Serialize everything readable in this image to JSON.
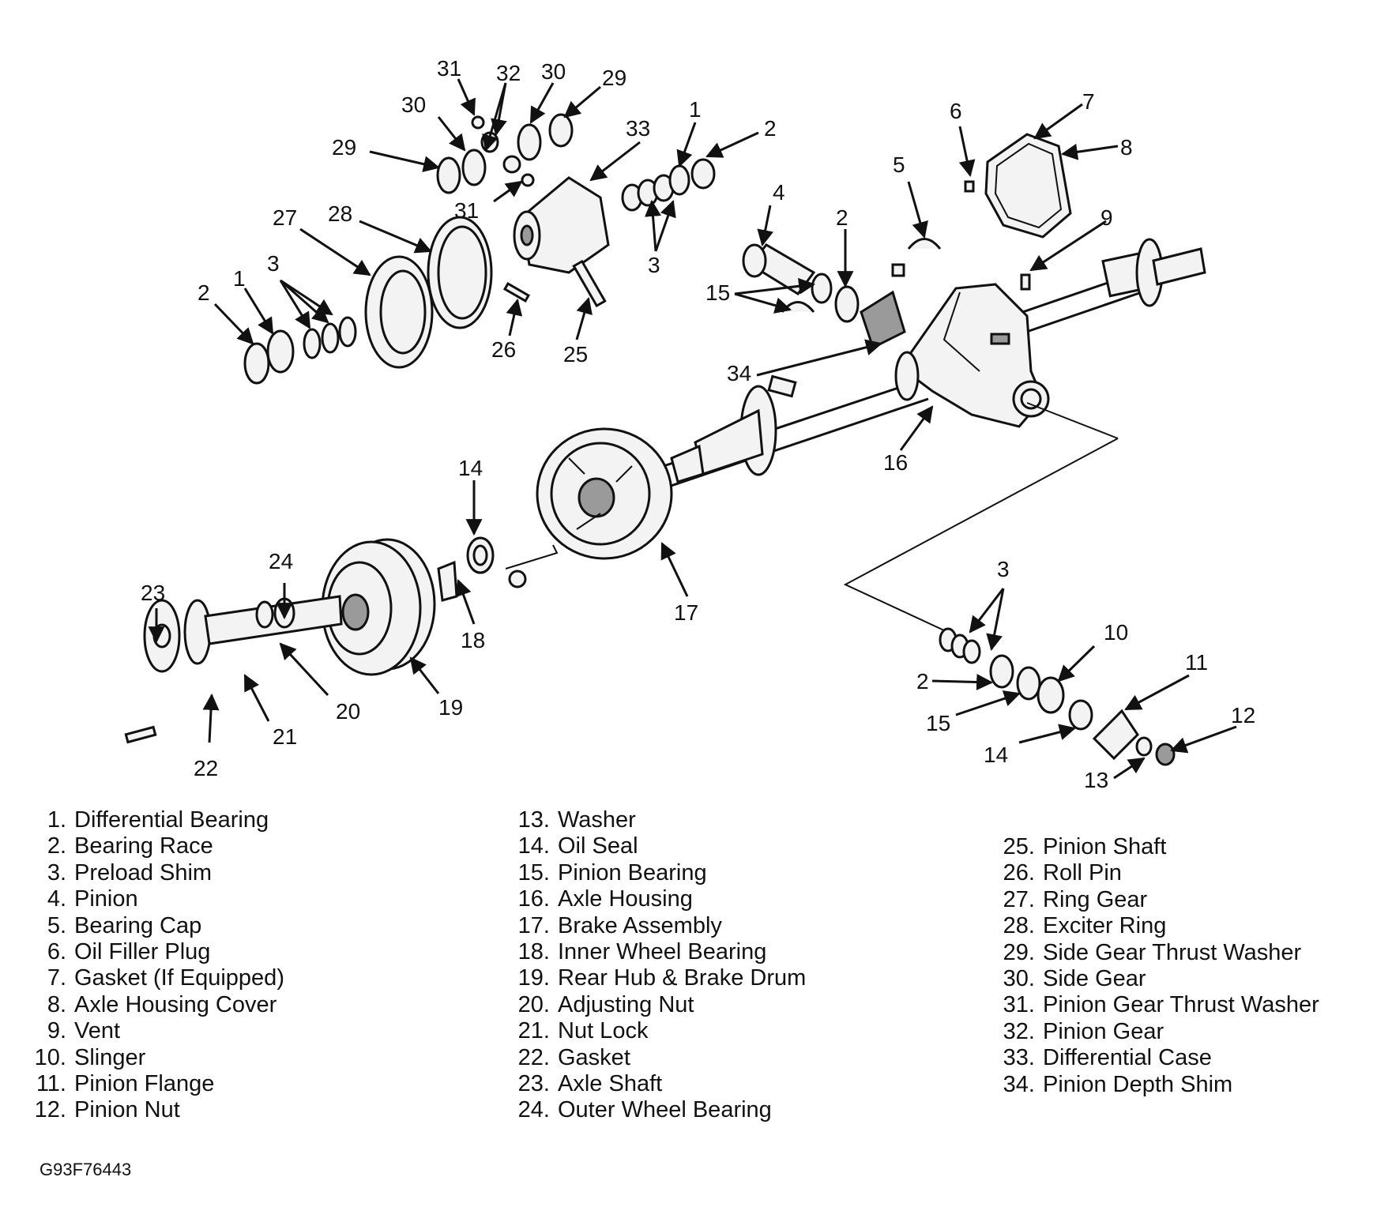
{
  "callouts": [
    {
      "id": "31",
      "text": "31"
    },
    {
      "id": "32",
      "text": "32"
    },
    {
      "id": "30",
      "text": "30"
    },
    {
      "id": "29",
      "text": "29"
    },
    {
      "id": "33",
      "text": "33"
    },
    {
      "id": "1",
      "text": "1"
    },
    {
      "id": "2",
      "text": "2"
    },
    {
      "id": "3",
      "text": "3"
    },
    {
      "id": "4",
      "text": "4"
    },
    {
      "id": "5",
      "text": "5"
    },
    {
      "id": "6",
      "text": "6"
    },
    {
      "id": "7",
      "text": "7"
    },
    {
      "id": "8",
      "text": "8"
    },
    {
      "id": "9",
      "text": "9"
    },
    {
      "id": "10",
      "text": "10"
    },
    {
      "id": "11",
      "text": "11"
    },
    {
      "id": "12",
      "text": "12"
    },
    {
      "id": "13",
      "text": "13"
    },
    {
      "id": "14",
      "text": "14"
    },
    {
      "id": "15",
      "text": "15"
    },
    {
      "id": "16",
      "text": "16"
    },
    {
      "id": "17",
      "text": "17"
    },
    {
      "id": "18",
      "text": "18"
    },
    {
      "id": "19",
      "text": "19"
    },
    {
      "id": "20",
      "text": "20"
    },
    {
      "id": "21",
      "text": "21"
    },
    {
      "id": "22",
      "text": "22"
    },
    {
      "id": "23",
      "text": "23"
    },
    {
      "id": "24",
      "text": "24"
    },
    {
      "id": "25",
      "text": "25"
    },
    {
      "id": "26",
      "text": "26"
    },
    {
      "id": "27",
      "text": "27"
    },
    {
      "id": "28",
      "text": "28"
    },
    {
      "id": "34",
      "text": "34"
    }
  ],
  "legend": {
    "col1": [
      {
        "num": "1.",
        "name": "Differential Bearing"
      },
      {
        "num": "2.",
        "name": "Bearing Race"
      },
      {
        "num": "3.",
        "name": "Preload Shim"
      },
      {
        "num": "4.",
        "name": "Pinion"
      },
      {
        "num": "5.",
        "name": "Bearing Cap"
      },
      {
        "num": "6.",
        "name": "Oil Filler Plug"
      },
      {
        "num": "7.",
        "name": "Gasket (If Equipped)"
      },
      {
        "num": "8.",
        "name": "Axle Housing Cover"
      },
      {
        "num": "9.",
        "name": "Vent"
      },
      {
        "num": "10.",
        "name": "Slinger"
      },
      {
        "num": "11.",
        "name": "Pinion Flange"
      },
      {
        "num": "12.",
        "name": "Pinion Nut"
      }
    ],
    "col2": [
      {
        "num": "13.",
        "name": "Washer"
      },
      {
        "num": "14.",
        "name": "Oil Seal"
      },
      {
        "num": "15.",
        "name": "Pinion Bearing"
      },
      {
        "num": "16.",
        "name": "Axle Housing"
      },
      {
        "num": "17.",
        "name": "Brake Assembly"
      },
      {
        "num": "18.",
        "name": "Inner Wheel Bearing"
      },
      {
        "num": "19.",
        "name": "Rear Hub & Brake Drum"
      },
      {
        "num": "20.",
        "name": "Adjusting Nut"
      },
      {
        "num": "21.",
        "name": "Nut Lock"
      },
      {
        "num": "22.",
        "name": "Gasket"
      },
      {
        "num": "23.",
        "name": "Axle Shaft"
      },
      {
        "num": "24.",
        "name": "Outer Wheel Bearing"
      }
    ],
    "col3": [
      {
        "num": "25.",
        "name": "Pinion Shaft"
      },
      {
        "num": "26.",
        "name": "Roll Pin"
      },
      {
        "num": "27.",
        "name": "Ring Gear"
      },
      {
        "num": "28.",
        "name": "Exciter Ring"
      },
      {
        "num": "29.",
        "name": "Side Gear Thrust Washer"
      },
      {
        "num": "30.",
        "name": "Side Gear"
      },
      {
        "num": "31.",
        "name": "Pinion Gear Thrust Washer"
      },
      {
        "num": "32.",
        "name": "Pinion Gear"
      },
      {
        "num": "33.",
        "name": "Differential Case"
      },
      {
        "num": "34.",
        "name": "Pinion Depth Shim"
      }
    ]
  },
  "figure_code": "G93F76443"
}
